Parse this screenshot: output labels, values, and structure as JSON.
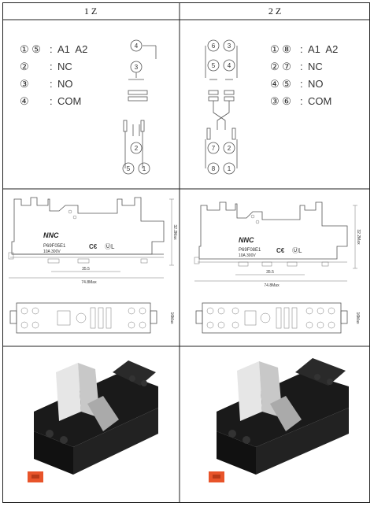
{
  "headers": {
    "left": "1 Z",
    "right": "2 Z"
  },
  "legend_left": [
    {
      "nums": "① ⑤",
      "sep": ":",
      "label": "A1  A2"
    },
    {
      "nums": "②",
      "sep": ":",
      "label": "NC"
    },
    {
      "nums": "③",
      "sep": ":",
      "label": "NO"
    },
    {
      "nums": "④",
      "sep": ":",
      "label": "COM"
    }
  ],
  "legend_right": [
    {
      "nums": "① ⑧",
      "sep": ":",
      "label": "A1  A2"
    },
    {
      "nums": "② ⑦",
      "sep": ":",
      "label": "NC"
    },
    {
      "nums": "④ ⑤",
      "sep": ":",
      "label": "NO"
    },
    {
      "nums": "③ ⑥",
      "sep": ":",
      "label": "COM"
    }
  ],
  "pins_left": {
    "top": "4",
    "mid": "3",
    "nc": "2",
    "coil_a": "5",
    "coil_b": "1"
  },
  "pins_right": {
    "t1": "6",
    "t2": "3",
    "m1": "5",
    "m2": "4",
    "nc1": "7",
    "nc2": "2",
    "c1": "8",
    "c2": "1"
  },
  "drawing_left": {
    "brand": "NNC",
    "model": "P69F05E1",
    "rating": "10A 300V",
    "dim_width": "74.8Max",
    "dim_inner": "35.5",
    "dim_height": "32.2Max",
    "dim_depth": "16Max"
  },
  "drawing_right": {
    "brand": "NNC",
    "model": "P69F08E1",
    "rating": "10A 300V",
    "dim_width": "74.8Max",
    "dim_inner": "35.5",
    "dim_height": "32.2Max",
    "dim_depth": "16Max"
  },
  "colors": {
    "housing": "#1a1a1a",
    "lever": "#c8c8c8",
    "tab": "#e8542a",
    "line": "#555555"
  }
}
